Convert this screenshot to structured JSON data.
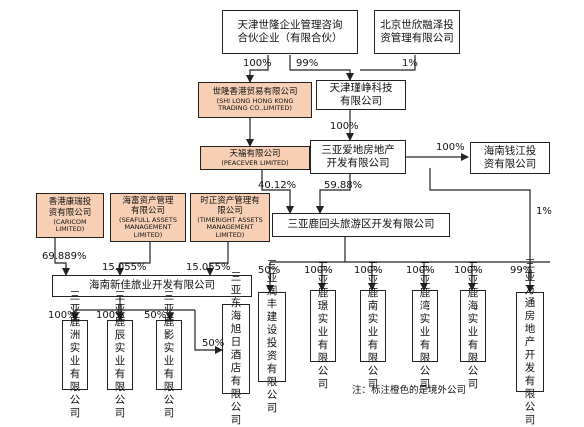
{
  "nodes": {
    "tianjin_shilong": {
      "line1": "天津世隆企业管理咨询",
      "line2": "合伙企业（有限合伙）"
    },
    "beijing_shixin": {
      "line1": "北京世欣融泽投",
      "line2": "资管理有限公司"
    },
    "shilong_hk": {
      "line1": "世隆香港贸易有限公司",
      "line2": "(SHI LONG HONG KONG",
      "line3": "TRADING CO.,LIMITED)"
    },
    "tianjin_jinzheng": {
      "line1": "天津瑾峥科技",
      "line2": "有限公司"
    },
    "tianfu": {
      "line1": "天福有限公司",
      "line2": "(PEACEVER LIMITED)"
    },
    "sanya_aidi": {
      "line1": "三亚爱地房地产",
      "line2": "开发有限公司"
    },
    "hainan_qianjiang": {
      "line1": "海南钱江投",
      "line2": "资有限公司"
    },
    "kangrui": {
      "line1": "香港康瑞投",
      "line2": "资有限公司",
      "line3": "(CARICOM",
      "line4": "LIMITED)"
    },
    "haifu": {
      "line1": "海富资产管理",
      "line2": "有限公司",
      "line3": "(SEAFULL ASSETS",
      "line4": "MANAGEMENT",
      "line5": "LIMITED)"
    },
    "shizheng": {
      "line1": "时正资产管理有",
      "line2": "限公司",
      "line3": "(TIMERIGHT ASSETS",
      "line4": "MANAGEMENT",
      "line5": "LIMITED)"
    },
    "luhuitou": {
      "text": "三亚鹿回头旅游区开发有限公司"
    },
    "xinjia": {
      "text": "海南新佳旅业开发有限公司"
    },
    "runfeng": {
      "text": "三亚润丰建设投资有限公司"
    },
    "lujing": {
      "text": "三亚鹿璟实业有限公司"
    },
    "lunan": {
      "text": "三亚鹿南实业有限公司"
    },
    "luwan": {
      "text": "三亚鹿湾实业有限公司"
    },
    "luhai": {
      "text": "三亚鹿海实业有限公司"
    },
    "wantong": {
      "text": "三亚万通房地产开发有限公司"
    },
    "luzhou": {
      "text": "三亚鹿洲实业有限公司"
    },
    "luchen": {
      "text": "三亚鹿辰实业有限公司"
    },
    "luying": {
      "text": "三亚鹿影实业有限公司"
    },
    "donghai": {
      "text": "三亚东海旭日酒店有限公司"
    }
  },
  "edges": {
    "tj_to_hk": "100%",
    "tj_to_jz": "99%",
    "bj_to_jz": "1%",
    "jz_to_aidi": "100%",
    "aidi_to_qj": "100%",
    "tf_to_lht": "40.12%",
    "aidi_to_lht": "59.88%",
    "aidi_to_wantong": "1%",
    "kr_to_xj": "69.889%",
    "hf_to_xj": "15.055%",
    "sz_to_xj": "15.055%",
    "lht_to_runfeng": "50%",
    "lht_to_lujing": "100%",
    "lht_to_lunan": "100%",
    "lht_to_luwan": "100%",
    "lht_to_luhai": "100%",
    "lht_to_wantong": "99%",
    "xj_to_luzhou": "100%",
    "xj_to_luchen": "100%",
    "xj_to_luying": "50%",
    "xj_to_donghai": "50%"
  },
  "note": "注：标注橙色的是境外公司"
}
